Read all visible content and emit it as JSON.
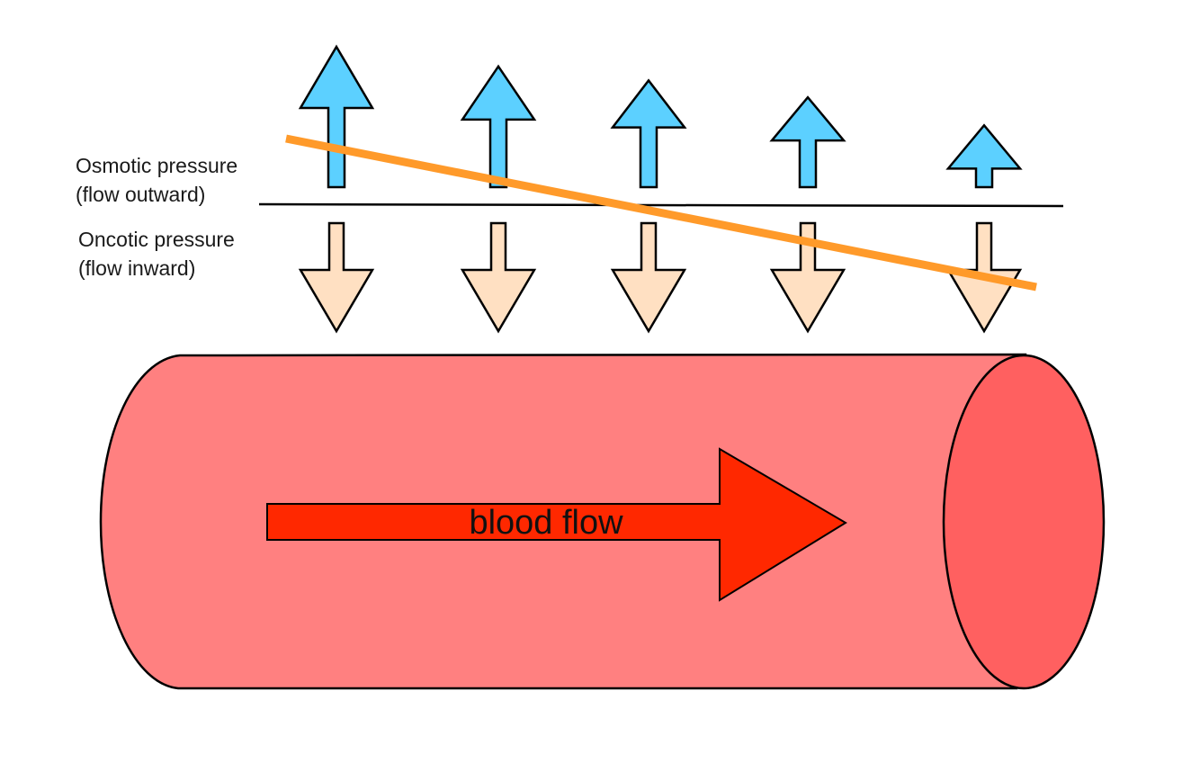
{
  "labels": {
    "osmotic_line1": "Osmotic pressure",
    "osmotic_line2": "(flow outward)",
    "oncotic_line1": "Oncotic pressure",
    "oncotic_line2": "(flow inward)",
    "blood_flow": "blood flow"
  },
  "colors": {
    "osmotic_arrow": "#5cd0ff",
    "oncotic_arrow": "#ffe0c2",
    "trend_line": "#ff9a2a",
    "vessel_body": "#ff8080",
    "vessel_end": "#ff6060",
    "blood_flow_arrow": "#ff2800",
    "outline": "#000000"
  },
  "osmotic_arrows": [
    {
      "name": "osmotic-arrow-1",
      "relative_magnitude": 1.0
    },
    {
      "name": "osmotic-arrow-2",
      "relative_magnitude": 0.86
    },
    {
      "name": "osmotic-arrow-3",
      "relative_magnitude": 0.76
    },
    {
      "name": "osmotic-arrow-4",
      "relative_magnitude": 0.64
    },
    {
      "name": "osmotic-arrow-5",
      "relative_magnitude": 0.44
    }
  ],
  "oncotic_arrows": [
    {
      "name": "oncotic-arrow-1",
      "relative_magnitude": 1.0
    },
    {
      "name": "oncotic-arrow-2",
      "relative_magnitude": 1.0
    },
    {
      "name": "oncotic-arrow-3",
      "relative_magnitude": 1.0
    },
    {
      "name": "oncotic-arrow-4",
      "relative_magnitude": 1.0
    },
    {
      "name": "oncotic-arrow-5",
      "relative_magnitude": 1.0
    }
  ]
}
